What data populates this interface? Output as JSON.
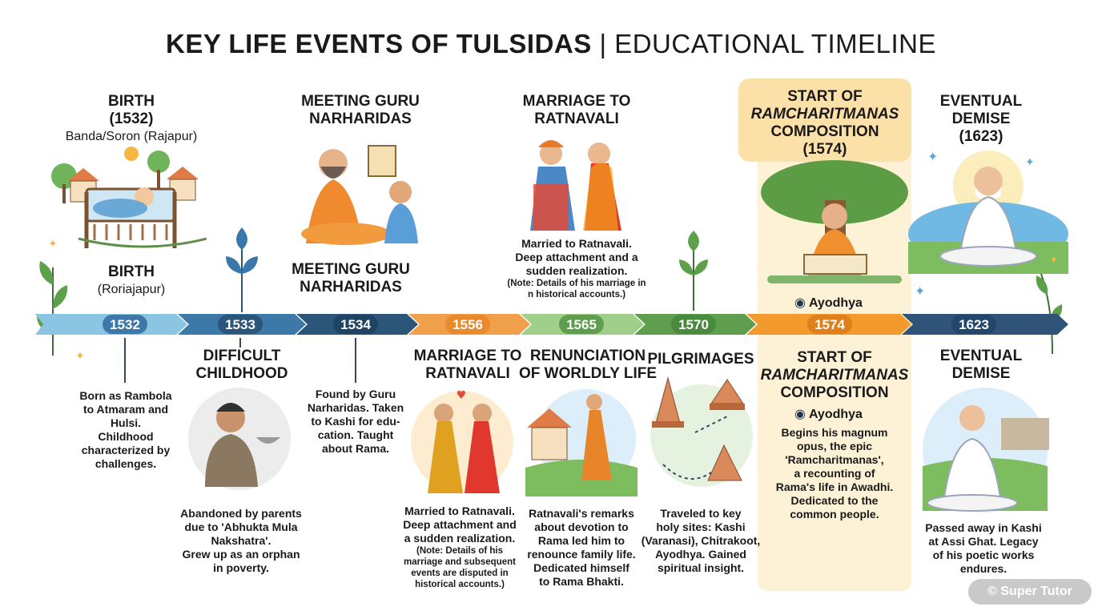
{
  "title": {
    "bold": "KEY LIFE EVENTS OF TULSIDAS",
    "sep": "|",
    "thin": "EDUCATIONAL TIMELINE"
  },
  "top_events": [
    {
      "title": "BIRTH",
      "year": "(1532)",
      "place": "Banda/Soron (Rajapur)"
    },
    {
      "title": "MEETING GURU",
      "title2": "NARHARIDAS"
    },
    {
      "title": "MARRIAGE TO",
      "title2": "RATNAVALI"
    },
    {
      "title": "START OF",
      "title2": "RAMCHARITMANAS",
      "title3": "COMPOSITION",
      "year": "(1574)"
    },
    {
      "title": "EVENTUAL",
      "title2": "DEMISE",
      "year": "(1623)"
    }
  ],
  "mid_events": [
    {
      "title": "BIRTH",
      "sub": "(Roriajapur)"
    },
    {
      "title": "MEETING GURU",
      "title2": "NARHARIDAS"
    }
  ],
  "marriage_top_desc": {
    "l1": "Married to Ratnavali.",
    "l2": "Deep attachment and a",
    "l3": "sudden realization.",
    "n1": "(Note: Details of his marriage in",
    "n2": "n historical accounts.)"
  },
  "ayodhya_top": "Ayodhya",
  "years": [
    "1532",
    "1533",
    "1534",
    "1556",
    "1565",
    "1570",
    "1574",
    "1623"
  ],
  "bottom_events": [
    {
      "lines": [
        "Born as Rambola",
        "to Atmaram and",
        "Hulsi.",
        "Childhood",
        "characterized by",
        "challenges."
      ]
    },
    {
      "title": "DIFFICULT",
      "title2": "CHILDHOOD",
      "lines": [
        "Abandoned by parents",
        "due to 'Abhukta Mula",
        "Nakshatra'.",
        "Grew up as an orphan",
        "in poverty."
      ]
    },
    {
      "lines": [
        "Found by Guru",
        "Narharidas. Taken",
        "to Kashi for edu-",
        "cation. Taught",
        "about Rama."
      ]
    },
    {
      "title": "MARRIAGE TO",
      "title2": "RATNAVALI",
      "lines": [
        "Married to Ratnavali.",
        "Deep attachment and",
        "a sudden realization."
      ],
      "notes": [
        "(Note: Details of his",
        "marriage and subsequent",
        "events are disputed in",
        "historical accounts.)"
      ]
    },
    {
      "title": "RENUNCIATION",
      "title2": "OF WORLDLY LIFE",
      "lines": [
        "Ratnavali's remarks",
        "about devotion to",
        "Rama led him to",
        "renounce family life.",
        "Dedicated himself",
        "to Rama Bhakti."
      ]
    },
    {
      "title": "PILGRIMAGES",
      "lines": [
        "Traveled to key",
        "holy sites: Kashi",
        "(Varanasi), Chitrakoot,",
        "Ayodhya. Gained",
        "spiritual insight."
      ]
    },
    {
      "title": "START OF",
      "title2": "RAMCHARITMANAS",
      "title3": "COMPOSITION",
      "place": "Ayodhya",
      "lines": [
        "Begins his magnum",
        "opus, the epic",
        "'Ramcharitmanas',",
        "a recounting of",
        "Rama's life in Awadhi.",
        "Dedicated to the",
        "common people."
      ]
    },
    {
      "title": "EVENTUAL",
      "title2": "DEMISE",
      "lines": [
        "Passed away in Kashi",
        "at Assi Ghat. Legacy",
        "of his poetic works",
        "endures."
      ]
    }
  ],
  "watermark": "© Super Tutor",
  "colors": {
    "blue_light": "#8cc4e3",
    "blue_mid": "#3d79a8",
    "blue_dark": "#2b5579",
    "orange": "#f0a04b",
    "green_light": "#9fcf8a",
    "green_mid": "#5f9e4e",
    "orange_bright": "#f39a2d",
    "navy": "#2f5478"
  },
  "icons": [
    "cradle-house-icon",
    "guru-teaching-icon",
    "wedding-couple-icon",
    "tree-writing-icon",
    "sage-meditating-icon",
    "orphan-bowl-icon",
    "house-walking-monk-icon",
    "temples-footprints-icon",
    "location-pin-icon",
    "leaf-sprout-icon",
    "sparkle-icon"
  ]
}
